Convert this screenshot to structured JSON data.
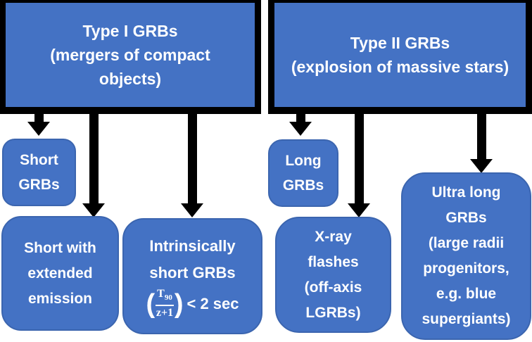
{
  "palette": {
    "box_fill": "#4472C4",
    "box_border": "#3B65AF",
    "outline_and_arrows": "#000000",
    "text": "#FFFFFF",
    "background": "#FFFFFF"
  },
  "nodes": {
    "type1": {
      "text": "Type I GRBs\n(mergers of compact\nobjects)"
    },
    "type2": {
      "text": "Type II GRBs\n(explosion of massive stars)"
    },
    "short_grbs": {
      "text": "Short\nGRBs"
    },
    "short_extended": {
      "text": "Short with\nextended\nemission"
    },
    "intrinsic": {
      "text": "Intrinsically\nshort GRBs",
      "formula": {
        "open": "(",
        "num_base": "T",
        "num_sub": "90",
        "den": "z+1",
        "close": ")",
        "tail": "< 2 sec"
      }
    },
    "long_grbs": {
      "text": "Long\nGRBs"
    },
    "xray": {
      "text": "X-ray\nflashes\n(off-axis\nLGRBs)"
    },
    "ultra": {
      "text": "Ultra long\nGRBs\n(large radii\nprogenitors,\ne.g. blue\nsupergiants)"
    }
  }
}
